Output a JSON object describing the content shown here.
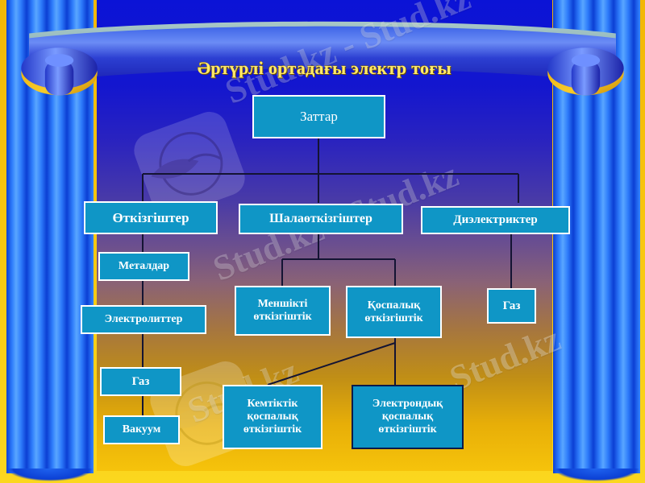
{
  "slide": {
    "title": "Әртүрлі ортадағы электр тоғы",
    "accent_box_fill": "#0f96c6",
    "title_color": "#ffe96b",
    "frame_color": "#f5bd12",
    "column_color": "#2f7dfb"
  },
  "watermarks": [
    {
      "text": "Stud.kz - Stud.kz"
    },
    {
      "text": "Stud.kz - Stud.kz"
    },
    {
      "text": "Stud.kz"
    },
    {
      "text": "Stud.kz"
    }
  ],
  "chart_data": {
    "type": "diagram",
    "title": "Әртүрлі ортадағы электр тоғы",
    "layout": "org-chart / hierarchy tree",
    "nodes": [
      {
        "id": "n0",
        "label": "Заттар",
        "level": 0
      },
      {
        "id": "n1",
        "label": "Өткізгіштер",
        "level": 1,
        "parent": "n0"
      },
      {
        "id": "n2",
        "label": "Шалаөткізгіштер",
        "level": 1,
        "parent": "n0"
      },
      {
        "id": "n3",
        "label": "Диэлектриктер",
        "level": 1,
        "parent": "n0"
      },
      {
        "id": "n4",
        "label": "Металдар",
        "level": 2,
        "parent": "n1"
      },
      {
        "id": "n5",
        "label": "Электролиттер",
        "level": 3,
        "parent": "n4"
      },
      {
        "id": "n6",
        "label": "Газ",
        "level": 4,
        "parent": "n5"
      },
      {
        "id": "n7",
        "label": "Вакуум",
        "level": 5,
        "parent": "n6"
      },
      {
        "id": "n8",
        "label": "Меншікті\nөткізгіштік",
        "level": 2,
        "parent": "n2"
      },
      {
        "id": "n9",
        "label": "Қоспалық\nөткізгіштік",
        "level": 2,
        "parent": "n2"
      },
      {
        "id": "n10",
        "label": "Газ",
        "level": 2,
        "parent": "n3"
      },
      {
        "id": "n11",
        "label": "Кемтіктік\nқоспалық\nөткізгіштік",
        "level": 3,
        "parent": "n9"
      },
      {
        "id": "n12",
        "label": "Электрондық\nқоспалық\nөткізгіштік",
        "level": 3,
        "parent": "n9"
      }
    ],
    "edges": [
      {
        "from": "n0",
        "to": "n1"
      },
      {
        "from": "n0",
        "to": "n2"
      },
      {
        "from": "n0",
        "to": "n3"
      },
      {
        "from": "n1",
        "to": "n4"
      },
      {
        "from": "n4",
        "to": "n5"
      },
      {
        "from": "n5",
        "to": "n6"
      },
      {
        "from": "n6",
        "to": "n7"
      },
      {
        "from": "n2",
        "to": "n8"
      },
      {
        "from": "n2",
        "to": "n9"
      },
      {
        "from": "n3",
        "to": "n10"
      },
      {
        "from": "n9",
        "to": "n11"
      },
      {
        "from": "n9",
        "to": "n12"
      }
    ]
  },
  "nodes": {
    "zattar": "Заттар",
    "otkizgishter": "Өткізгіштер",
    "shalaotkizgishter": "Шалаөткізгіштер",
    "dielektrikter": "Диэлектриктер",
    "metaldar": "Металдар",
    "elektrolitter": "Электролиттер",
    "gaz_left": "Газ",
    "vakuum": "Вакуум",
    "menshikti": "Меншікті\nөткізгіштік",
    "qospalyq": "Қоспалық\nөткізгіштік",
    "gaz_right": "Газ",
    "kemtiktik": "Кемтіктік\nқоспалық\nөткізгіштік",
    "elektrondyq": "Электрондық\nқоспалық\nөткізгіштік"
  }
}
